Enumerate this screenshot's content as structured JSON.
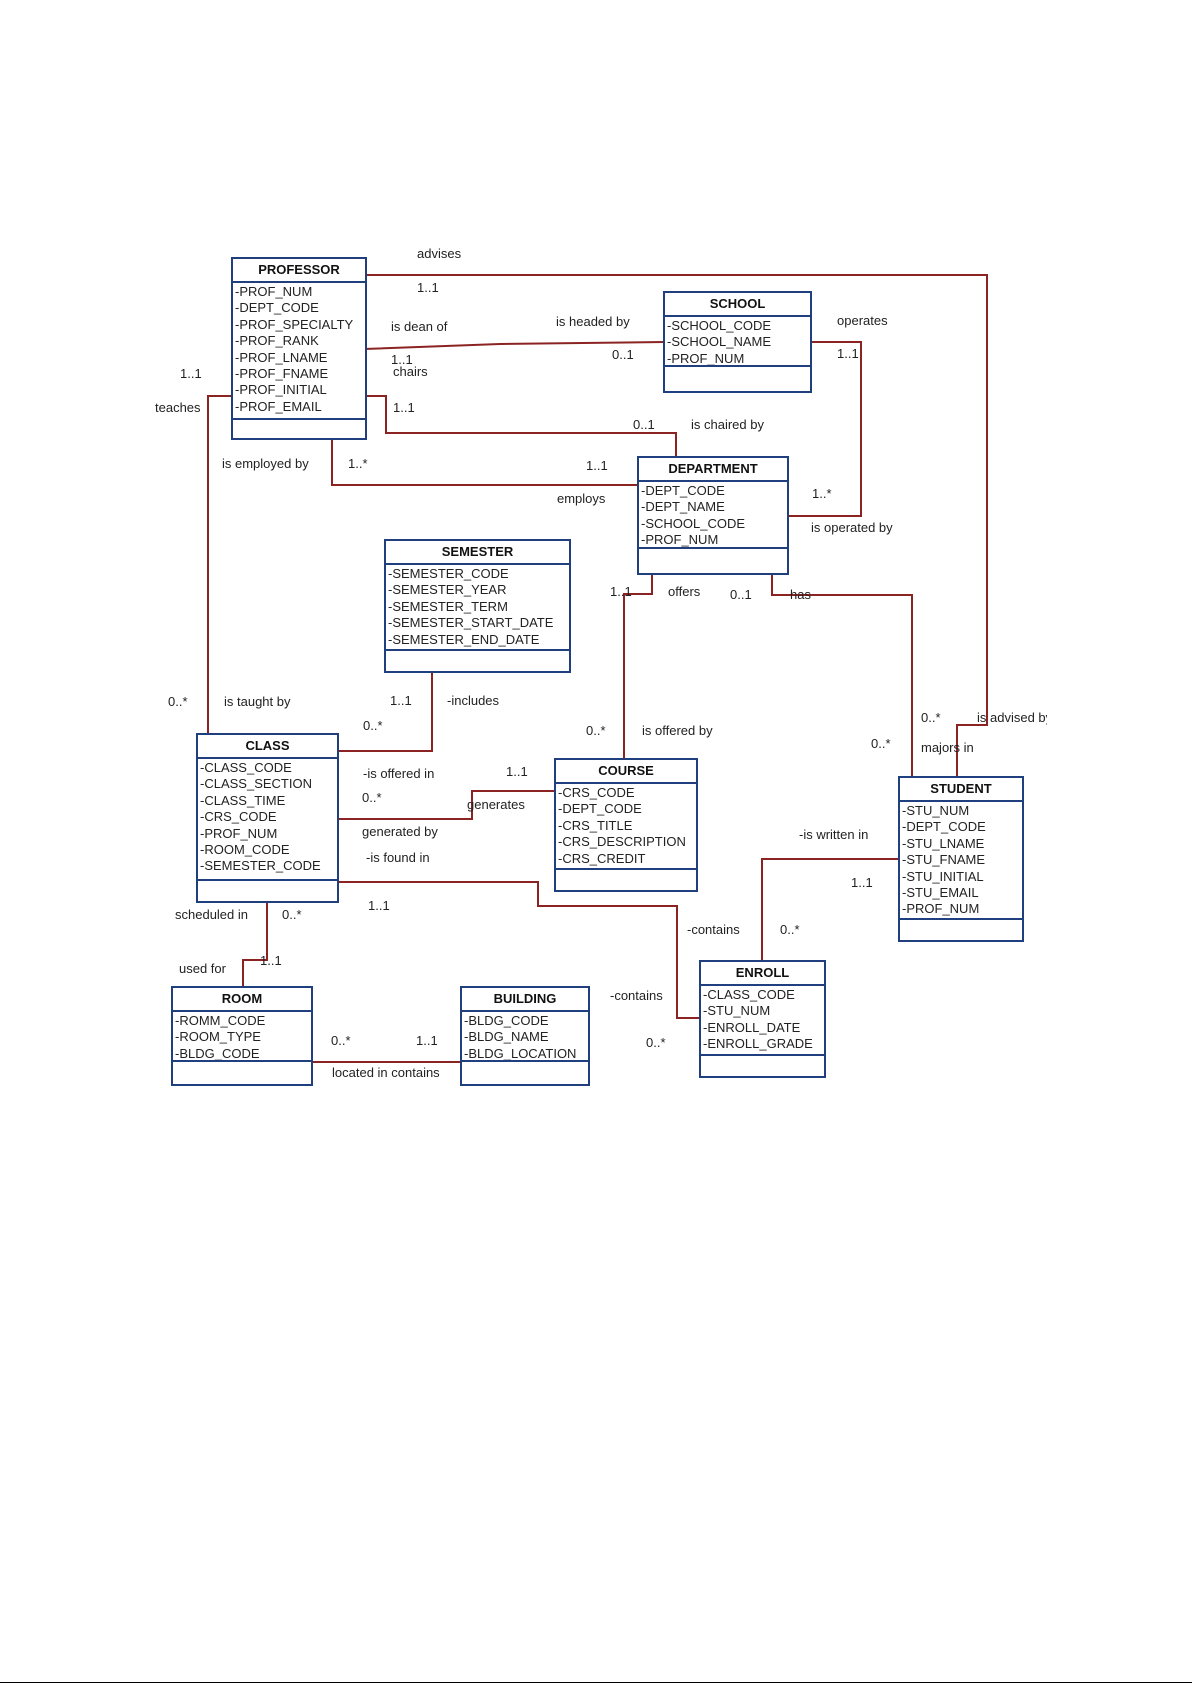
{
  "entities": {
    "professor": {
      "title": "PROFESSOR",
      "attributes": [
        "-PROF_NUM",
        "-DEPT_CODE",
        "-PROF_SPECIALTY",
        "-PROF_RANK",
        "-PROF_LNAME",
        "-PROF_FNAME",
        "-PROF_INITIAL",
        "-PROF_EMAIL"
      ]
    },
    "school": {
      "title": "SCHOOL",
      "attributes": [
        "-SCHOOL_CODE",
        "-SCHOOL_NAME",
        "-PROF_NUM"
      ]
    },
    "department": {
      "title": "DEPARTMENT",
      "attributes": [
        "-DEPT_CODE",
        "-DEPT_NAME",
        "-SCHOOL_CODE",
        "-PROF_NUM"
      ]
    },
    "semester": {
      "title": "SEMESTER",
      "attributes": [
        "-SEMESTER_CODE",
        "-SEMESTER_YEAR",
        "-SEMESTER_TERM",
        "-SEMESTER_START_DATE",
        "-SEMESTER_END_DATE"
      ]
    },
    "class": {
      "title": "CLASS",
      "attributes": [
        "-CLASS_CODE",
        "-CLASS_SECTION",
        "-CLASS_TIME",
        "-CRS_CODE",
        "-PROF_NUM",
        "-ROOM_CODE",
        "-SEMESTER_CODE"
      ]
    },
    "course": {
      "title": "COURSE",
      "attributes": [
        "-CRS_CODE",
        "-DEPT_CODE",
        "-CRS_TITLE",
        "-CRS_DESCRIPTION",
        "-CRS_CREDIT"
      ]
    },
    "student": {
      "title": "STUDENT",
      "attributes": [
        "-STU_NUM",
        "-DEPT_CODE",
        "-STU_LNAME",
        "-STU_FNAME",
        "-STU_INITIAL",
        "-STU_EMAIL",
        "-PROF_NUM"
      ]
    },
    "enroll": {
      "title": "ENROLL",
      "attributes": [
        "-CLASS_CODE",
        "-STU_NUM",
        "-ENROLL_DATE",
        "-ENROLL_GRADE"
      ]
    },
    "room": {
      "title": "ROOM",
      "attributes": [
        "-ROMM_CODE",
        "-ROOM_TYPE",
        "-BLDG_CODE"
      ]
    },
    "building": {
      "title": "BUILDING",
      "attributes": [
        "-BLDG_CODE",
        "-BLDG_NAME",
        "-BLDG_LOCATION"
      ]
    }
  },
  "labels": {
    "advises": "advises",
    "advises_mult": "1..1",
    "is_dean_of": "is dean of",
    "is_headed_by": "is headed by",
    "headed_mult": "0..1",
    "dean_mult": "1..1",
    "chairs": "chairs",
    "operates": "operates",
    "operates_mult": "1..1",
    "teaches_mult": "1..1",
    "teaches": "teaches",
    "chairs_mult": "1..1",
    "chaired_mult": "0..1",
    "is_chaired_by": "is chaired by",
    "is_employed_by": "is employed by",
    "employed_mult": "1..*",
    "employs_mult": "1..1",
    "employs": "employs",
    "operated_mult": "1..*",
    "is_operated_by": "is operated by",
    "offers_mult": "1..1",
    "offers": "offers",
    "has_mult": "0..1",
    "has": "has",
    "taught_mult": "0..*",
    "is_taught_by": "is taught by",
    "includes_mult": "1..1",
    "includes": "-includes",
    "class_sem_mult": "0..*",
    "offered_mult": "0..*",
    "is_offered_by": "is offered by",
    "advised_mult": "0..*",
    "is_advised_by": "is advised by",
    "majors_mult": "0..*",
    "majors_in": "majors in",
    "is_offered_in": "-is offered in",
    "course_class_mult": "1..1",
    "class_course_mult": "0..*",
    "generates": "generates",
    "generated_by": "generated by",
    "is_found_in": "-is found in",
    "is_written_in": "-is written in",
    "student_enroll_mult": "1..1",
    "class_enroll_mult": "1..1",
    "scheduled_in": "scheduled in",
    "scheduled_mult": "0..*",
    "contains_1": "-contains",
    "contains_1_mult": "0..*",
    "used_for": "used for",
    "used_mult": "1..1",
    "contains_2": "-contains",
    "contains_2_mult": "0..*",
    "room_bldg_mult": "0..*",
    "bldg_room_mult": "1..1",
    "located_in_contains": "located in contains"
  }
}
